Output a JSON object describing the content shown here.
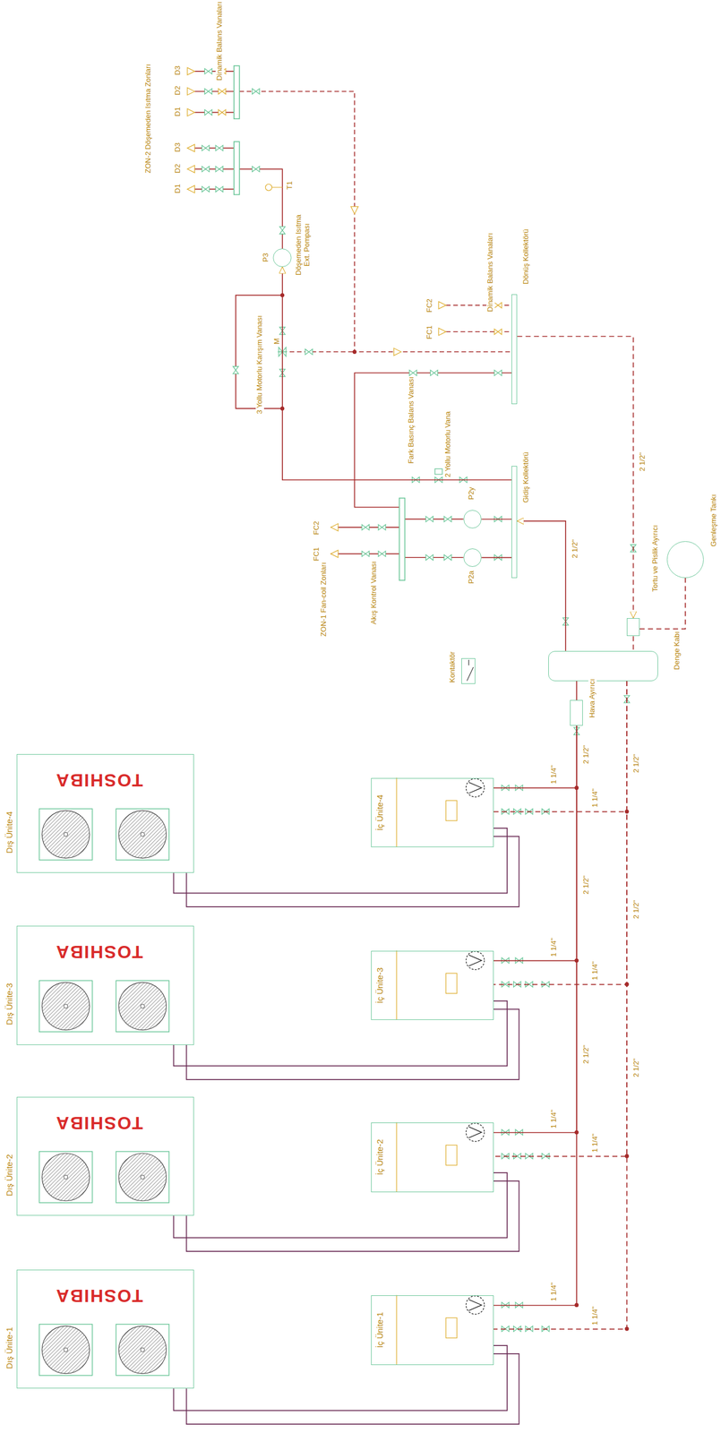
{
  "diagram": {
    "nodes": [
      {
        "text": [
          "Dış Ünite-4",
          "TOSHIBA"
        ]
      },
      {
        "text": [
          "Dış Ünite-3",
          "TOSHIBA"
        ]
      },
      {
        "text": [
          "Dış Ünite-2",
          "TOSHIBA"
        ]
      },
      {
        "text": [
          "Dış Ünite-1",
          "TOSHIBA"
        ]
      },
      {
        "text": [
          "İç Ünite-4"
        ]
      },
      {
        "text": [
          "İç Ünite-3"
        ]
      },
      {
        "text": [
          "İç Ünite-2"
        ]
      },
      {
        "text": [
          "İç Ünite-1"
        ]
      },
      {
        "text": [
          "Denge Kabı"
        ]
      },
      {
        "text": [
          "Hava Ayırıcı"
        ]
      },
      {
        "text": [
          "Tortu ve Pislik Ayırıcı"
        ]
      },
      {
        "text": [
          "Genleşme Tankı"
        ]
      },
      {
        "text": [
          "Gidiş Kollektörü"
        ]
      },
      {
        "text": [
          "Dönüş Kollektörü"
        ]
      },
      {
        "text": [
          "P2a"
        ]
      },
      {
        "text": [
          "P2y"
        ]
      },
      {
        "text": [
          "P3",
          "Döşemeden Isıtma Ext. Pompası"
        ]
      },
      {
        "text": [
          "Kontaktör"
        ]
      }
    ],
    "edges": [
      {
        "from": 4,
        "to": 0,
        "arrow": "none"
      },
      {
        "from": 4,
        "to": 0,
        "arrow": "none"
      },
      {
        "from": 5,
        "to": 1,
        "arrow": "none"
      },
      {
        "from": 5,
        "to": 1,
        "arrow": "none"
      },
      {
        "from": 6,
        "to": 2,
        "arrow": "none"
      },
      {
        "from": 6,
        "to": 2,
        "arrow": "none"
      },
      {
        "from": 7,
        "to": 3,
        "arrow": "none"
      },
      {
        "from": 7,
        "to": 3,
        "arrow": "none"
      },
      {
        "from": 4,
        "to": 9,
        "arrow": "none",
        "label": "1 1/4\""
      },
      {
        "from": 5,
        "to": 9,
        "arrow": "none",
        "label": "1 1/4\""
      },
      {
        "from": 6,
        "to": 9,
        "arrow": "none",
        "label": "1 1/4\""
      },
      {
        "from": 7,
        "to": 9,
        "arrow": "none",
        "label": "1 1/4\""
      },
      {
        "from": 8,
        "to": 4,
        "arrow": "none",
        "label": "1 1/4\""
      },
      {
        "from": 8,
        "to": 5,
        "arrow": "none",
        "label": "1 1/4\""
      },
      {
        "from": 8,
        "to": 6,
        "arrow": "none",
        "label": "1 1/4\""
      },
      {
        "from": 8,
        "to": 7,
        "arrow": "none",
        "label": "1 1/4\""
      },
      {
        "from": 9,
        "to": 8,
        "arrow": "none"
      },
      {
        "from": 8,
        "to": 12,
        "arrow": "to",
        "label": "2 1/2\""
      },
      {
        "from": 13,
        "to": 10,
        "arrow": "to",
        "label": "2 1/2\""
      },
      {
        "from": 10,
        "to": 8,
        "arrow": "none"
      },
      {
        "from": 11,
        "to": 10,
        "arrow": "none"
      },
      {
        "from": 12,
        "to": 14,
        "arrow": "none"
      },
      {
        "from": 12,
        "to": 15,
        "arrow": "none"
      },
      {
        "from": 12,
        "to": 16,
        "arrow": "to"
      }
    ],
    "labels": [
      "ZON-2 Döşemeden Isıtma Zonları",
      "Dinamik Balans Vanaları",
      "D3",
      "D2",
      "D1",
      "D3",
      "D2",
      "D1",
      "T1",
      "3 Yollu Motorlu Karışım Vanası",
      "M",
      "Fark Basınç Balans Vanası",
      "2 Yollu Motorlu Vana",
      "FC2",
      "FC1",
      "ZON-1 Fan-coil Zonları",
      "Akış Kontrol Vanası",
      "FC2",
      "FC1",
      "Dinamik Balans Vanaları",
      "2 1/2\"",
      "2 1/2\"",
      "2 1/2\"",
      "2 1/2\"",
      "2 1/2\"",
      "2 1/2\""
    ]
  }
}
